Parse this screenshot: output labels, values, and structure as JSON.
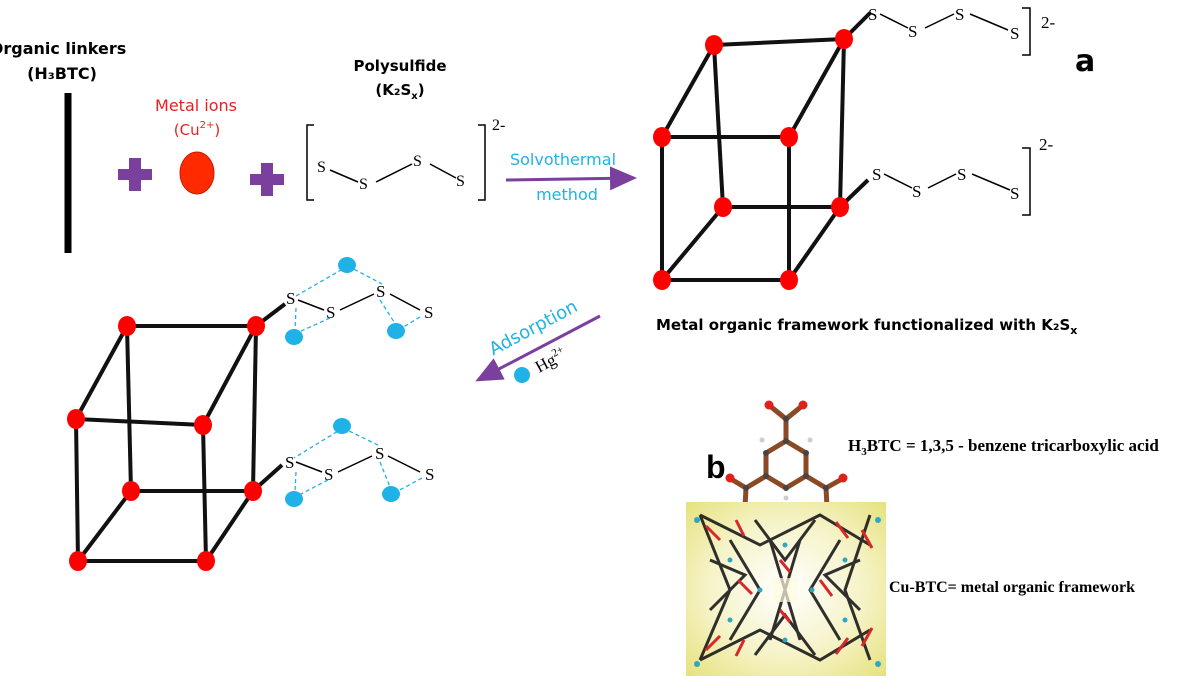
{
  "colors": {
    "metal_node": "#ff0000",
    "metal_label": "#e8201f",
    "plus_sign": "#7b3f9e",
    "arrow": "#7b3f9e",
    "arrow_label": "#1fb2e6",
    "mercury": "#1fb2e6",
    "bond": "#000000"
  },
  "reactants": {
    "linker_title": "Organic linkers",
    "linker_formula": "(H₃BTC)",
    "metal_title": "Metal ions",
    "metal_formula": "(Cu",
    "metal_charge": "2+",
    "metal_close": ")",
    "polysulfide_title": "Polysulfide",
    "polysulfide_formula": "(K₂S",
    "polysulfide_x": "x",
    "polysulfide_close": ")",
    "polysulfide_charge": "2-"
  },
  "sulfur_symbol": "S",
  "synthesis_arrow": {
    "line1": "Solvothermal",
    "line2": "method"
  },
  "product": {
    "charge": "2-",
    "caption_main": "Metal organic framework functionalized with K₂S",
    "caption_sub": "x"
  },
  "adsorption_arrow": {
    "label": "Adsorption",
    "ion": "Hg",
    "ion_charge": "2+"
  },
  "panel_labels": {
    "a": "a",
    "b": "b"
  },
  "panel_b": {
    "h3btc_prefix": "H",
    "h3btc_sub": "3",
    "h3btc_rest": "BTC = 1,3,5 - benzene tricarboxylic acid",
    "cubtc_label": "Cu-BTC= metal organic framework"
  }
}
